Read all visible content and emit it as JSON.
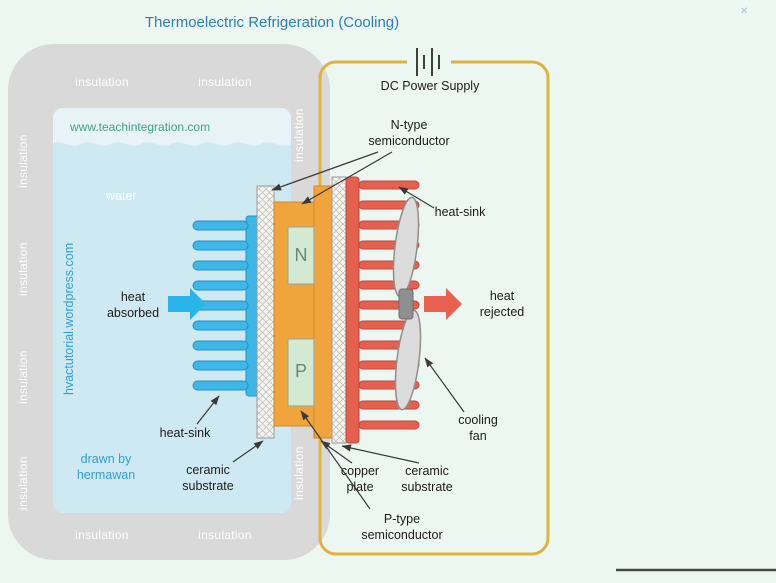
{
  "title": "Thermoelectric Refrigeration (Cooling)",
  "misc": {
    "close_mark": "✕"
  },
  "power_supply": {
    "label": "DC Power Supply"
  },
  "insulation_label": "insulation",
  "tank": {
    "watermark_top": "www.teachintegration.com",
    "watermark_side": "hvactutorial.wordpress.com",
    "water_label": "water",
    "credit": "drawn by\nhermawan"
  },
  "module": {
    "n_letter": "N",
    "p_letter": "P"
  },
  "callouts": {
    "n_type": "N-type\nsemiconductor",
    "p_type": "P-type\nsemiconductor",
    "heat_sink_left": "heat-sink",
    "heat_sink_right": "heat-sink",
    "ceramic_substrate_left": "ceramic\nsubstrate",
    "ceramic_substrate_right": "ceramic\nsubstrate",
    "copper_plate": "copper\nplate",
    "cooling_fan": "cooling\nfan",
    "heat_absorbed": "heat\nabsorbed",
    "heat_rejected": "heat\nrejected"
  },
  "colors": {
    "cold_side": "#3eb7e8",
    "hot_side": "#e4604f",
    "copper": "#f0a53c",
    "semiconductor": "#d2e9d2",
    "wire": "#dfb23a",
    "insulation": "#d9d9d9",
    "water": "#cfe9f3",
    "title_blue": "#2b7ec1",
    "background": "#ecf7f2"
  }
}
